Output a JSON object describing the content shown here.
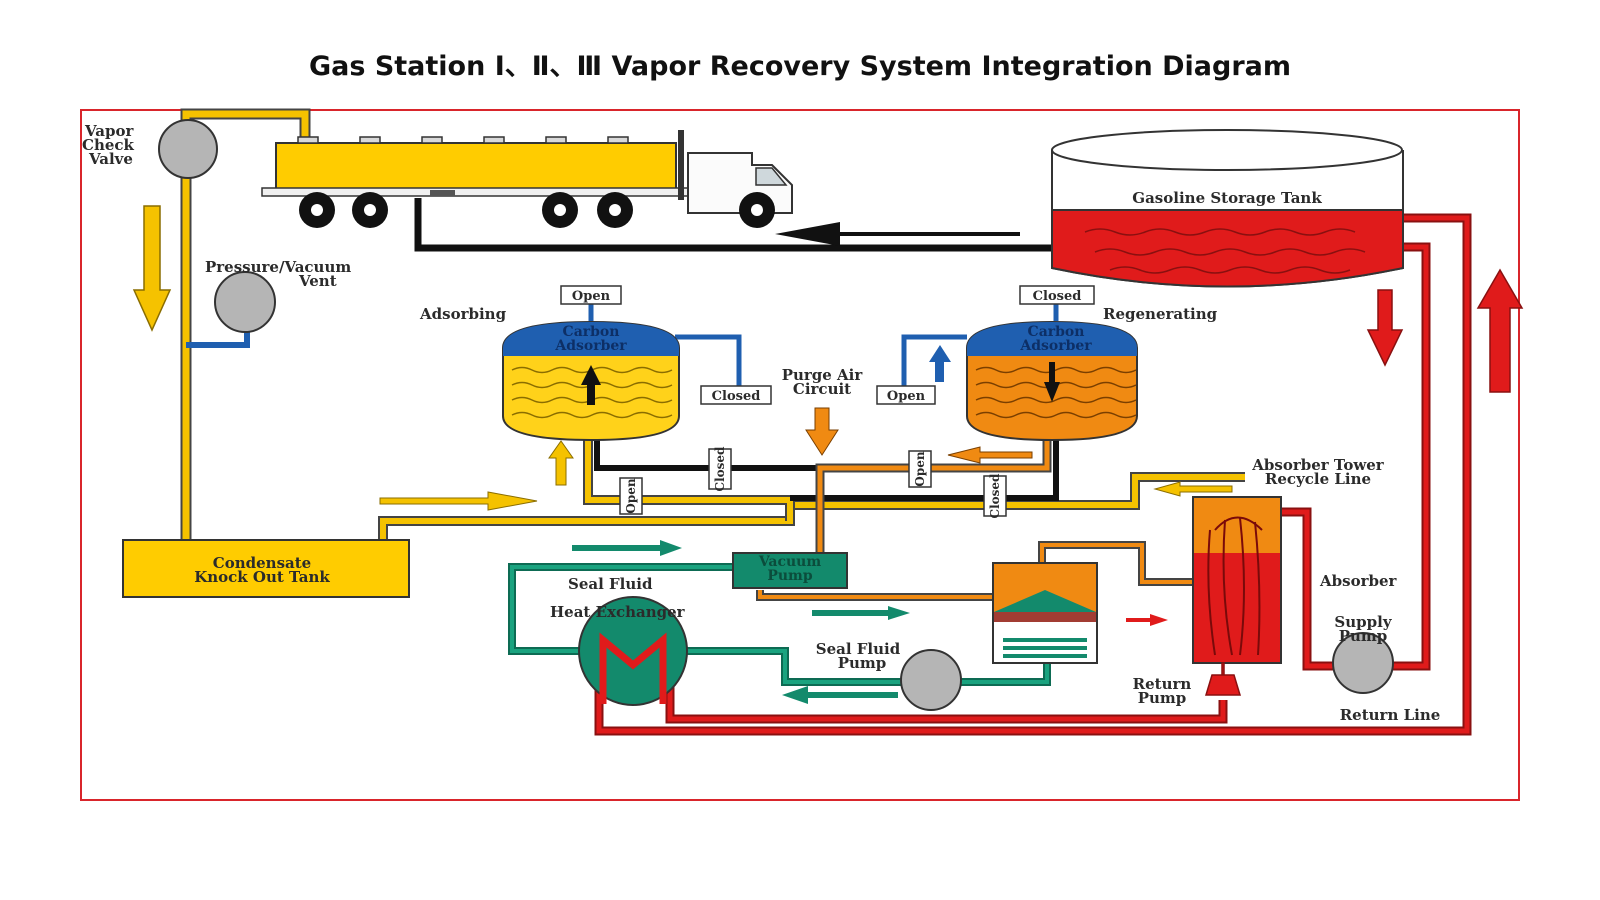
{
  "title": "Gas Station Ⅰ、Ⅱ、Ⅲ Vapor Recovery System Integration Diagram",
  "colors": {
    "frame": "#d9252b",
    "vapor_line": "#f5c200",
    "gasoline": "#e01b1b",
    "truck_body": "#ffcc00",
    "carbon_top": "#1f5fb0",
    "adsorber_yellow": "#ffd21a",
    "adsorber_orange": "#f08a12",
    "seal_fluid": "#138a6c",
    "gauge": "#b5b5b5"
  },
  "labels": {
    "vapor_check_valve": [
      "Vapor",
      "Check",
      "Valve"
    ],
    "pressure_vacuum_vent": [
      "Pressure/Vacuum",
      "Vent"
    ],
    "gasoline_storage_tank": "Gasoline Storage Tank",
    "adsorbing": "Adsorbing",
    "regenerating": "Regenerating",
    "carbon_adsorber": [
      "Carbon",
      "Adsorber"
    ],
    "purge_air_circuit": [
      "Purge Air",
      "Circuit"
    ],
    "absorber_tower_recycle_line": [
      "Absorber Tower",
      "Recycle Line"
    ],
    "condensate_knock_out_tank": [
      "Condensate",
      "Knock Out Tank"
    ],
    "vacuum_pump": [
      "Vacuum",
      "Pump"
    ],
    "seal_fluid": "Seal Fluid",
    "heat_exchanger": "Heat Exchanger",
    "seal_fluid_pump": [
      "Seal Fluid",
      "Pump"
    ],
    "absorber": "Absorber",
    "supply_pump": [
      "Supply",
      "Pump"
    ],
    "return_pump": [
      "Return",
      "Pump"
    ],
    "return_line": "Return Line"
  },
  "valves": {
    "open": "Open",
    "closed": "Closed"
  }
}
